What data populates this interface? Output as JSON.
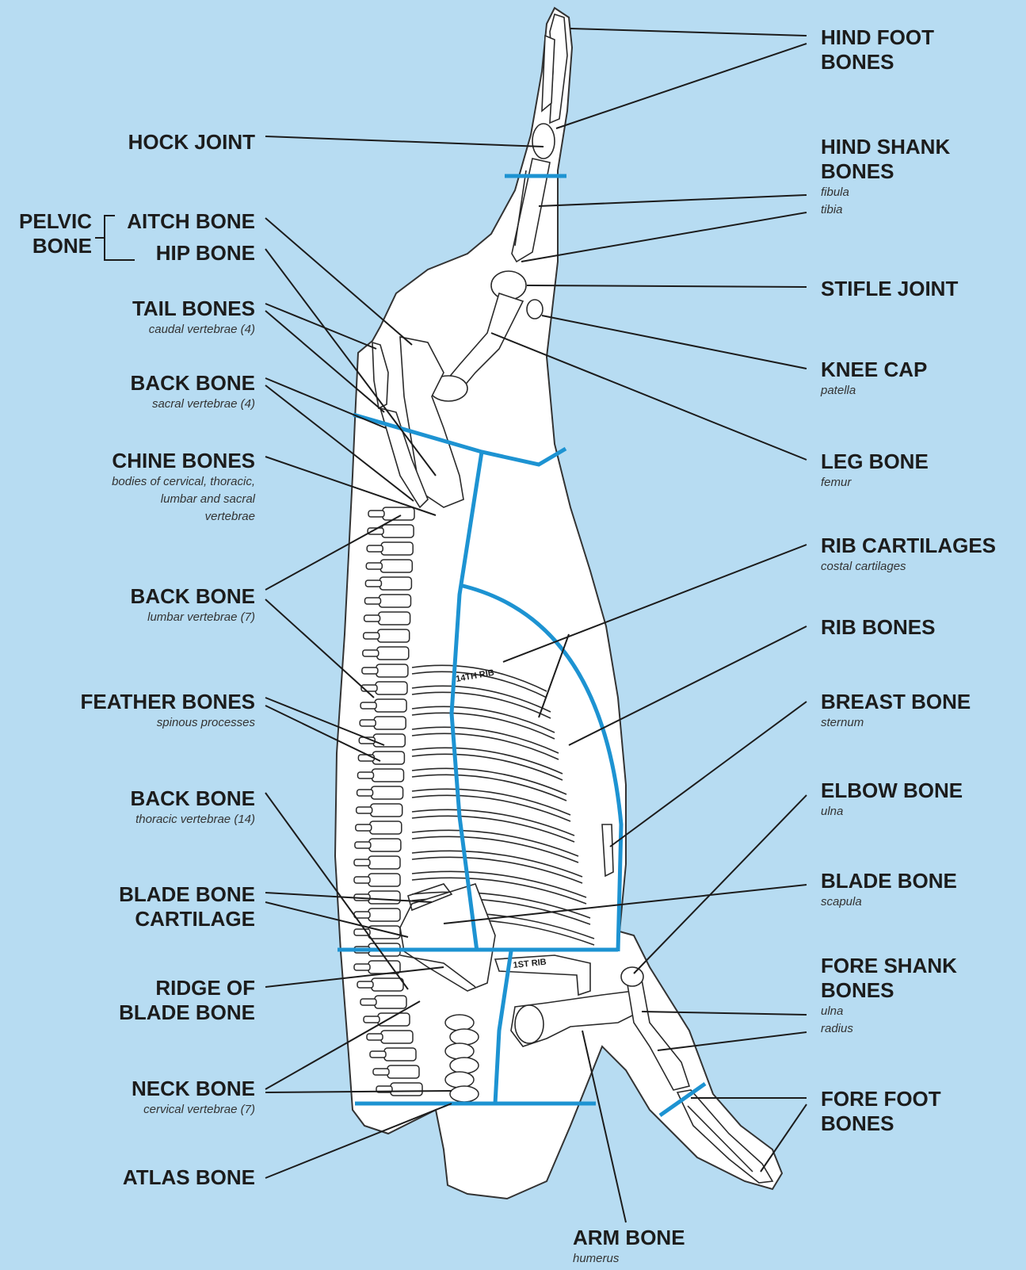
{
  "labels": {
    "hock_joint": {
      "title": "HOCK JOINT"
    },
    "pelvic_bone": {
      "title_line1": "PELVIC",
      "title_line2": "BONE"
    },
    "aitch_bone": {
      "title": "AITCH BONE"
    },
    "hip_bone": {
      "title": "HIP BONE"
    },
    "tail_bones": {
      "title": "TAIL BONES",
      "sub": "caudal vertebrae (4)"
    },
    "back_bone_sacral": {
      "title": "BACK BONE",
      "sub": "sacral vertebrae (4)"
    },
    "chine_bones": {
      "title": "CHINE BONES",
      "sub1": "bodies of cervical, thoracic,",
      "sub2": "lumbar and sacral",
      "sub3": "vertebrae"
    },
    "back_bone_lumbar": {
      "title": "BACK BONE",
      "sub": "lumbar vertebrae (7)"
    },
    "feather_bones": {
      "title": "FEATHER BONES",
      "sub": "spinous processes"
    },
    "back_bone_thoracic": {
      "title": "BACK BONE",
      "sub": "thoracic vertebrae (14)"
    },
    "blade_bone_cartilage": {
      "title_line1": "BLADE BONE",
      "title_line2": "CARTILAGE"
    },
    "ridge_of_blade_bone": {
      "title_line1": "RIDGE OF",
      "title_line2": "BLADE BONE"
    },
    "neck_bone": {
      "title": "NECK BONE",
      "sub": "cervical vertebrae (7)"
    },
    "atlas_bone": {
      "title": "ATLAS BONE"
    },
    "hind_foot_bones": {
      "title_line1": "HIND FOOT",
      "title_line2": "BONES"
    },
    "hind_shank_bones": {
      "title_line1": "HIND SHANK",
      "title_line2": "BONES",
      "sub1": "fibula",
      "sub2": "tibia"
    },
    "stifle_joint": {
      "title": "STIFLE JOINT"
    },
    "knee_cap": {
      "title": "KNEE CAP",
      "sub": "patella"
    },
    "leg_bone": {
      "title": "LEG BONE",
      "sub": "femur"
    },
    "rib_cartilages": {
      "title": "RIB CARTILAGES",
      "sub": "costal cartilages"
    },
    "rib_bones": {
      "title": "RIB BONES"
    },
    "breast_bone": {
      "title": "BREAST BONE",
      "sub": "sternum"
    },
    "elbow_bone": {
      "title": "ELBOW BONE",
      "sub": "ulna"
    },
    "blade_bone": {
      "title": "BLADE BONE",
      "sub": "scapula"
    },
    "fore_shank_bones": {
      "title_line1": "FORE SHANK",
      "title_line2": "BONES",
      "sub1": "ulna",
      "sub2": "radius"
    },
    "fore_foot_bones": {
      "title_line1": "FORE FOOT",
      "title_line2": "BONES"
    },
    "arm_bone": {
      "title": "ARM BONE",
      "sub": "humerus"
    }
  },
  "rib_markers": {
    "fourteenth": "14TH RIB",
    "first": "1ST RIB"
  },
  "colors": {
    "background": "#b7dcf2",
    "carcass_fill": "#ffffff",
    "outline": "#333333",
    "cut_lines": "#1d93d2",
    "leader_lines": "#1c1c1c",
    "text": "#1c1c1c"
  }
}
